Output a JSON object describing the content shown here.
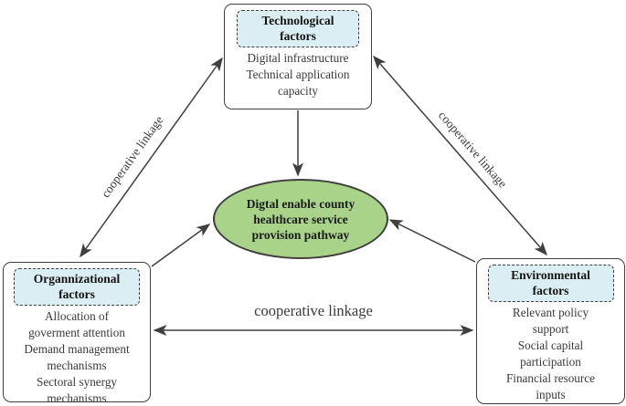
{
  "colors": {
    "header_fill": "#dbeef4",
    "ellipse_fill": "#a8d389",
    "line": "#3f3f3f"
  },
  "nodes": {
    "technological": {
      "title": "Technological\nfactors",
      "body": "Digital infrastructure\nTechnical application\ncapacity"
    },
    "organizational": {
      "title": "Organnizational\nfactors",
      "body": "Allocation of\ngoverment attention\nDemand management\nmechanisms\nSectoral synergy\nmechanisms"
    },
    "environmental": {
      "title": "Environmental\nfactors",
      "body": "Relevant policy\nsupport\nSocial capital\nparticipation\nFinancial resource\ninputs"
    },
    "center": {
      "label": "Digtal enable county\nhealthcare service\nprovision pathway"
    }
  },
  "edges": {
    "left": {
      "label": "cooperative linkage"
    },
    "right": {
      "label": "cooperative linkage"
    },
    "bottom": {
      "label": "cooperative linkage"
    }
  }
}
